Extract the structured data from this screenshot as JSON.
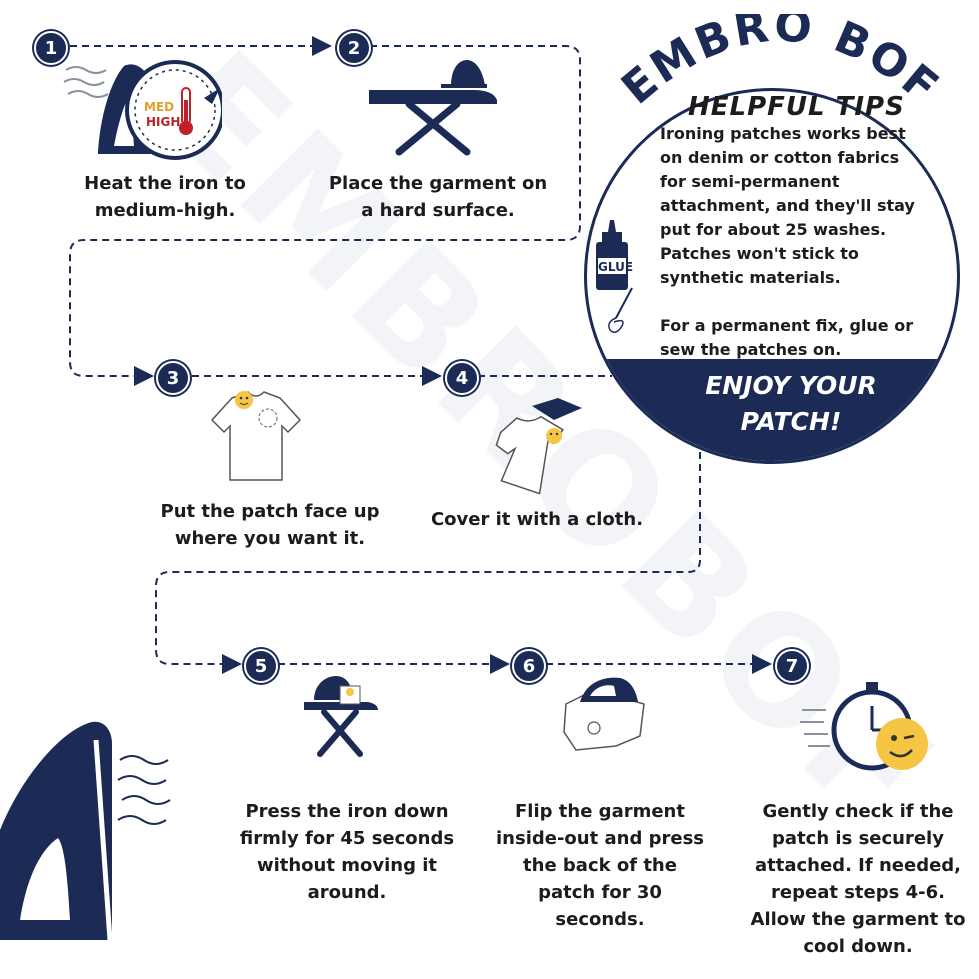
{
  "brand": {
    "name": "EMBRO BOF"
  },
  "watermark": {
    "text": "EMBROBOF"
  },
  "colors": {
    "navy": "#1b2b56",
    "emoji": "#f6c544",
    "heat_med": "#e0a030",
    "heat_high": "#c0202a"
  },
  "steps": [
    {
      "number": "1",
      "caption": [
        "Heat the iron to",
        "medium-high."
      ],
      "icon": "iron-icon",
      "dial": {
        "med": "MED",
        "high": "HIGH"
      }
    },
    {
      "number": "2",
      "caption": [
        "Place the garment on",
        "a hard surface."
      ],
      "icon": "ironing-board-icon"
    },
    {
      "number": "3",
      "caption": [
        "Put the patch face up",
        "where you want it."
      ],
      "icon": "tshirt-patch-icon"
    },
    {
      "number": "4",
      "caption": [
        "Cover it with a cloth."
      ],
      "icon": "tshirt-cloth-icon"
    },
    {
      "number": "5",
      "caption": [
        "Press the iron down",
        "firmly for 45 seconds",
        "without moving it",
        "around."
      ],
      "icon": "iron-on-board-icon"
    },
    {
      "number": "6",
      "caption": [
        "Flip the garment",
        "inside-out and press",
        "the back of the",
        "patch for 30",
        "seconds."
      ],
      "icon": "iron-on-shirt-icon"
    },
    {
      "number": "7",
      "caption": [
        "Gently check if the",
        "patch is securely",
        "attached. If needed,",
        "repeat steps 4-6.",
        "Allow the garment to",
        "cool down."
      ],
      "icon": "stopwatch-wink-icon"
    }
  ],
  "tips": {
    "title": "HELPFUL TIPS",
    "lines": [
      "Ironing patches works best",
      "on denim or cotton fabrics",
      "for semi-permanent",
      "attachment, and they'll stay",
      "put for about 25 washes.",
      "Patches won't stick to",
      "synthetic materials.",
      "",
      "For a permanent fix, glue or",
      "sew the patches on."
    ],
    "glue_label": "GLUE",
    "footer": [
      "ENJOY YOUR",
      "PATCH!"
    ]
  }
}
